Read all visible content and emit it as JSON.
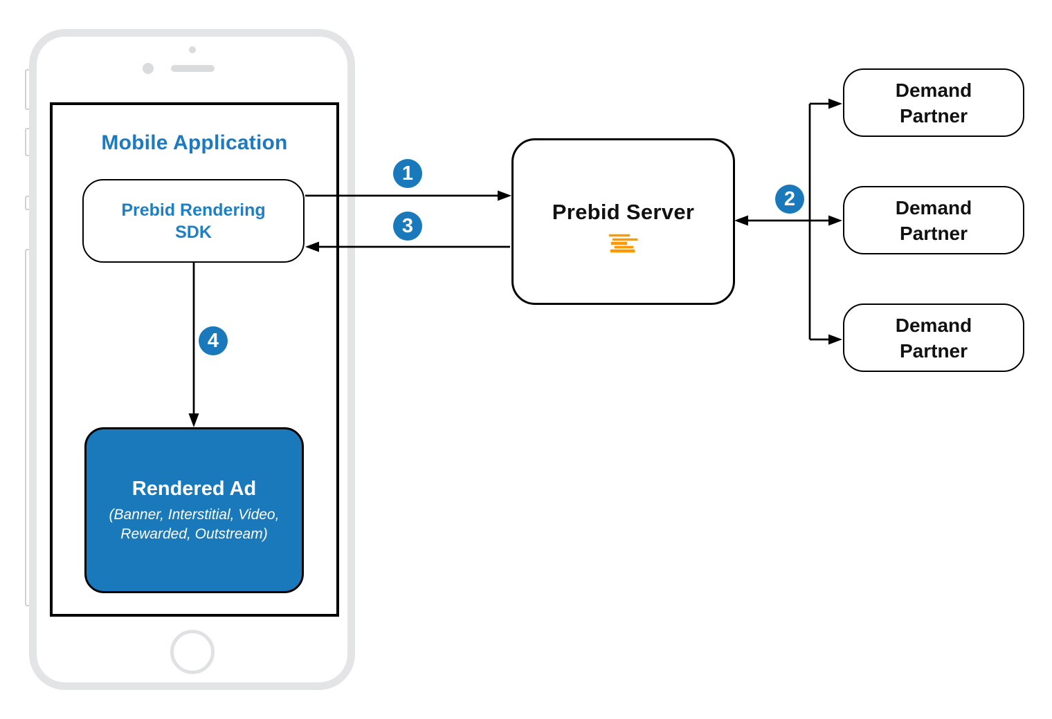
{
  "diagram": {
    "mobile_app": {
      "title": "Mobile Application"
    },
    "sdk": {
      "line1": "Prebid Rendering",
      "line2": "SDK"
    },
    "rendered_ad": {
      "title": "Rendered Ad",
      "subtitle_line1": "(Banner, Interstitial, Video,",
      "subtitle_line2": "Rewarded, Outstream)"
    },
    "server": {
      "label": "Prebid Server",
      "icon": "prebid-logo-icon"
    },
    "demand_partners": [
      {
        "label": "Demand Partner"
      },
      {
        "label": "Demand Partner"
      },
      {
        "label": "Demand Partner"
      }
    ],
    "steps": [
      {
        "number": "1"
      },
      {
        "number": "2"
      },
      {
        "number": "3"
      },
      {
        "number": "4"
      }
    ],
    "colors": {
      "accent_blue": "#1b7ac0",
      "fill_blue": "#1a79ba",
      "logo_orange": "#ff9800",
      "line_black": "#000000",
      "phone_gray": "#e2e4e6"
    }
  }
}
